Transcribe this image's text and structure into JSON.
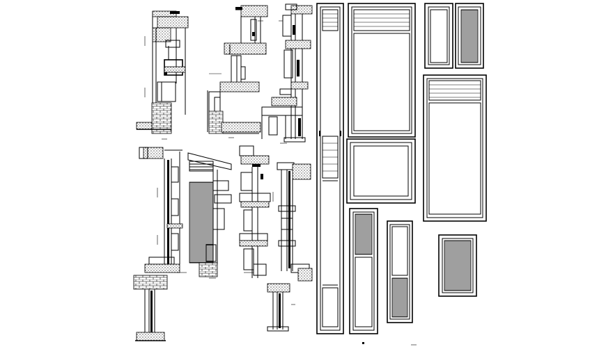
{
  "drawing": {
    "background": "#ffffff",
    "ink": "#000000",
    "sheets": [
      {
        "name": "wall-section-a"
      },
      {
        "name": "wall-section-b"
      },
      {
        "name": "wall-section-c"
      },
      {
        "name": "wall-section-d"
      },
      {
        "name": "wall-section-e"
      },
      {
        "name": "wall-section-f"
      },
      {
        "name": "wall-section-g"
      },
      {
        "name": "tall-narrow-window"
      },
      {
        "name": "large-window-with-louver"
      },
      {
        "name": "square-window"
      },
      {
        "name": "small-louver-door"
      },
      {
        "name": "tall-window-with-louver-head"
      },
      {
        "name": "narrow-louver-door-a"
      },
      {
        "name": "narrow-louver-door-b"
      },
      {
        "name": "small-louver-panel"
      }
    ]
  }
}
